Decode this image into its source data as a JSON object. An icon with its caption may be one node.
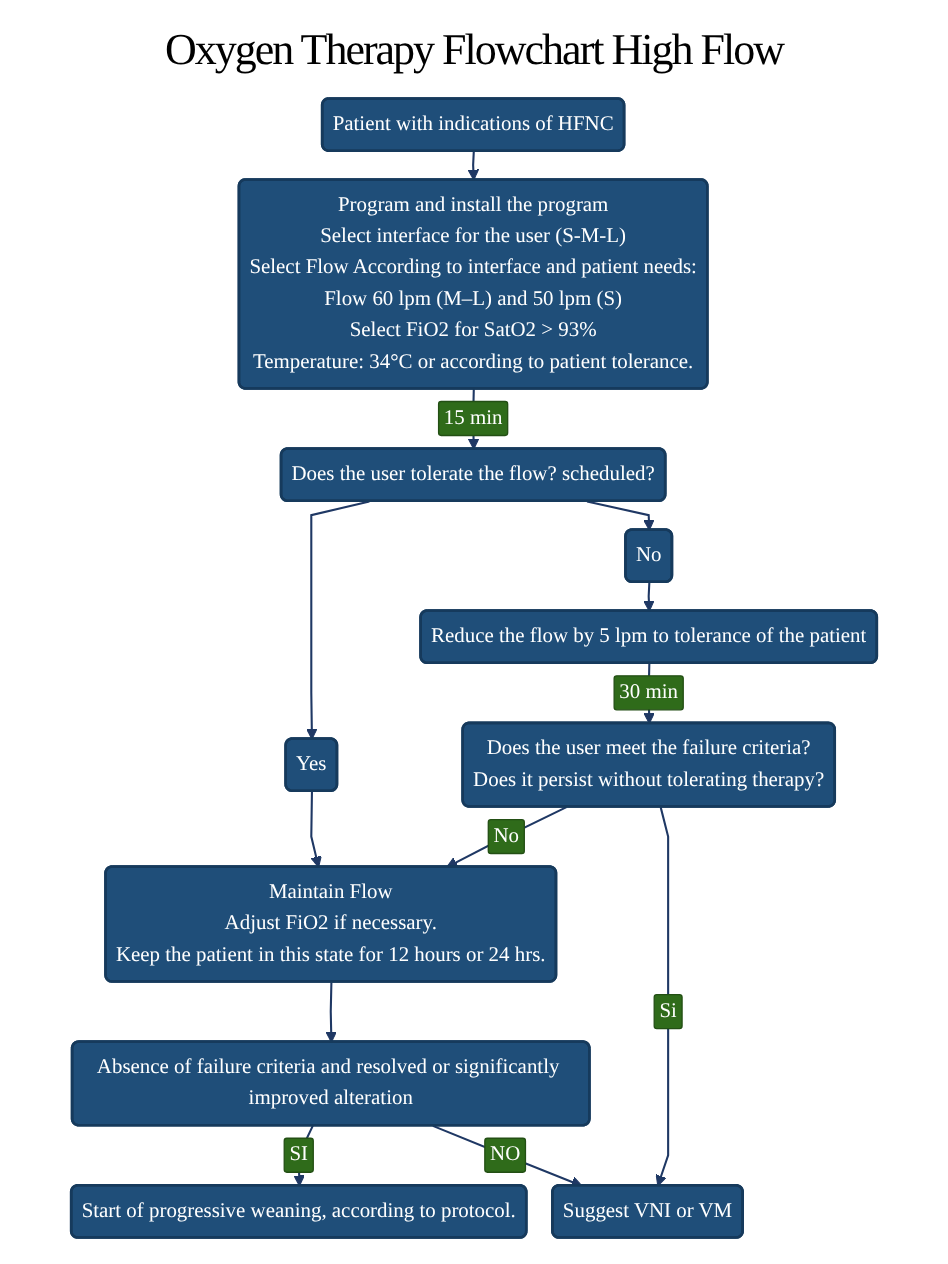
{
  "diagram": {
    "title": "Oxygen Therapy Flowchart High Flow",
    "nodes": [
      {
        "text": [
          "Patient with indications of HFNC"
        ]
      },
      {
        "text": [
          "Program and install the program",
          "Select interface for the user (S-M-L)",
          "Select Flow According to interface and patient needs:",
          "Flow 60 lpm (M–L) and 50 lpm (S)",
          "Select FiO2 for SatO2 > 93%",
          "Temperature: 34°C or according to patient tolerance."
        ]
      },
      {
        "text": [
          "Does the user tolerate the flow? scheduled?"
        ]
      },
      {
        "text": [
          "Yes"
        ]
      },
      {
        "text": [
          "No"
        ]
      },
      {
        "text": [
          "Maintain Flow",
          "Adjust FiO2 if necessary.",
          "Keep the patient in this state for 12 hours or 24 hrs."
        ]
      },
      {
        "text": [
          "Reduce the flow by 5 lpm to tolerance of the patient"
        ]
      },
      {
        "text": [
          "Absence of failure criteria and resolved or significantly improved alteration"
        ]
      },
      {
        "text": [
          "Does the user meet the failure criteria?",
          "Does it persist without tolerating therapy?"
        ]
      },
      {
        "text": [
          "Start of progressive weaning, according to protocol."
        ]
      },
      {
        "text": [
          "Suggest VNI or VM"
        ]
      }
    ],
    "edges": [
      {
        "from": 0,
        "to": 1,
        "arrow": "to"
      },
      {
        "from": 1,
        "to": 2,
        "arrow": "to",
        "label": "15 min"
      },
      {
        "from": 2,
        "to": 3,
        "arrow": "to"
      },
      {
        "from": 2,
        "to": 4,
        "arrow": "to"
      },
      {
        "from": 3,
        "to": 5,
        "arrow": "to"
      },
      {
        "from": 4,
        "to": 6,
        "arrow": "to"
      },
      {
        "from": 6,
        "to": 8,
        "arrow": "to",
        "label": "30 min"
      },
      {
        "from": 5,
        "to": 7,
        "arrow": "to"
      },
      {
        "from": 8,
        "to": 5,
        "arrow": "to",
        "label": "No"
      },
      {
        "from": 7,
        "to": 9,
        "arrow": "to",
        "label": "SI"
      },
      {
        "from": 7,
        "to": 10,
        "arrow": "to",
        "label": "NO"
      },
      {
        "from": 8,
        "to": 10,
        "arrow": "to",
        "label": "Si"
      }
    ]
  }
}
